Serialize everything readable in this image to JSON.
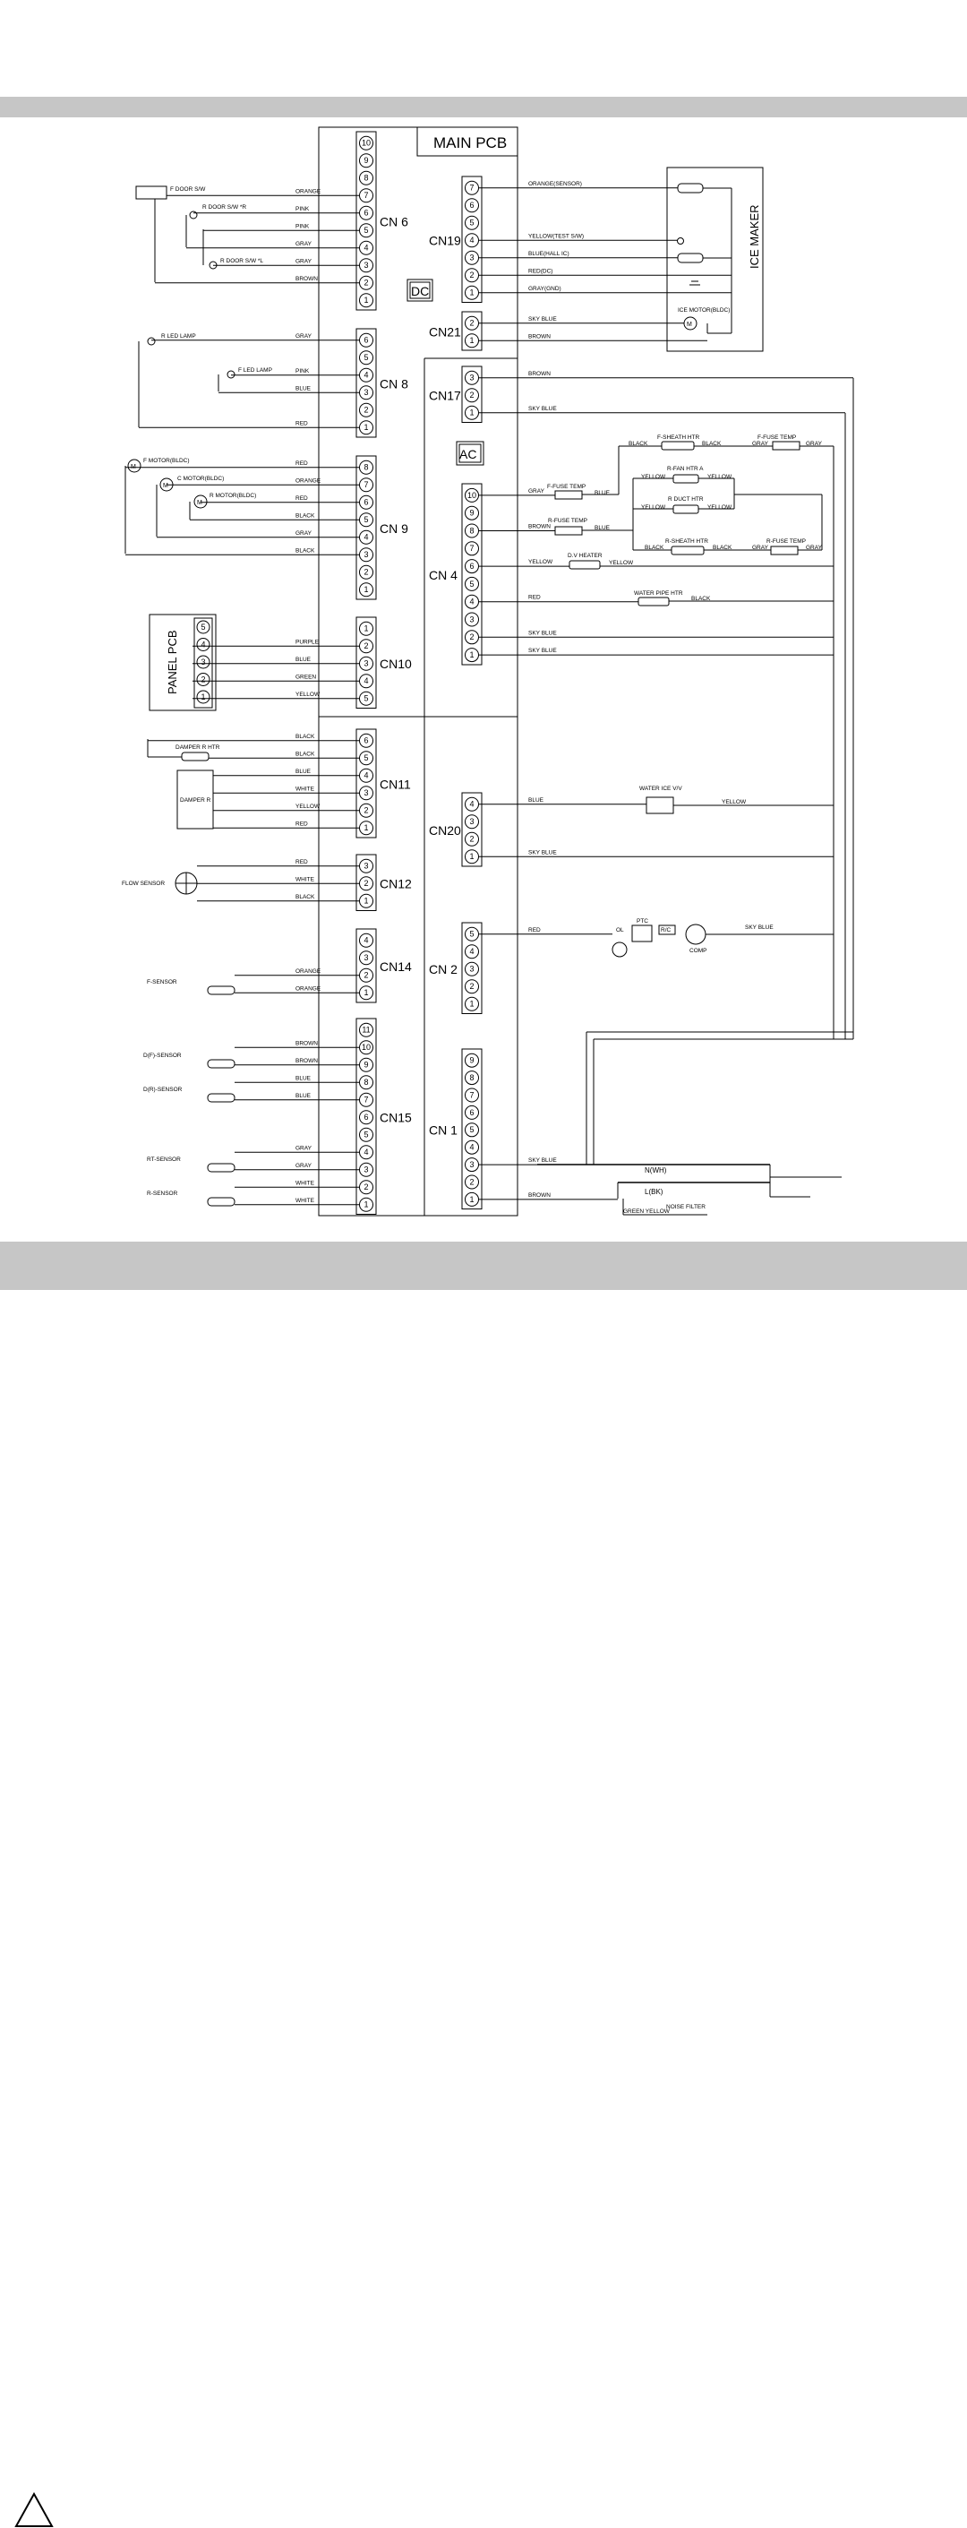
{
  "pcb": {
    "title": "MAIN PCB",
    "dc": "DC",
    "ac": "AC"
  },
  "ice_maker": {
    "title": "ICE MAKER",
    "motor": "ICE MOTOR(BLDC)"
  },
  "panel_pcb": {
    "title": "PANEL PCB",
    "pins": [
      "5",
      "4",
      "3",
      "2",
      "1"
    ]
  },
  "left_connectors": [
    {
      "name": "CN 6",
      "pins": [
        "10",
        "9",
        "8",
        "7",
        "6",
        "5",
        "4",
        "3",
        "2",
        "1"
      ],
      "wires": {
        "7": "ORANGE",
        "6": "PINK",
        "5": "PINK",
        "4": "GRAY",
        "3": "GRAY",
        "2": "BROWN"
      }
    },
    {
      "name": "CN 8",
      "pins": [
        "6",
        "5",
        "4",
        "3",
        "2",
        "1"
      ],
      "wires": {
        "6": "GRAY",
        "4": "PINK",
        "3": "BLUE",
        "1": "RED"
      }
    },
    {
      "name": "CN 9",
      "pins": [
        "8",
        "7",
        "6",
        "5",
        "4",
        "3",
        "2",
        "1"
      ],
      "wires": {
        "8": "RED",
        "7": "ORANGE",
        "6": "RED",
        "5": "BLACK",
        "4": "GRAY",
        "3": "BLACK"
      }
    },
    {
      "name": "CN10",
      "pins": [
        "1",
        "2",
        "3",
        "4",
        "5"
      ],
      "wires": {
        "2": "PURPLE",
        "3": "BLUE",
        "4": "GREEN",
        "5": "YELLOW"
      }
    },
    {
      "name": "CN11",
      "pins": [
        "6",
        "5",
        "4",
        "3",
        "2",
        "1"
      ],
      "wires": {
        "6": "BLACK",
        "5": "BLACK",
        "4": "BLUE",
        "3": "WHITE",
        "2": "YELLOW",
        "1": "RED"
      }
    },
    {
      "name": "CN12",
      "pins": [
        "3",
        "2",
        "1"
      ],
      "wires": {
        "3": "RED",
        "2": "WHITE",
        "1": "BLACK"
      }
    },
    {
      "name": "CN14",
      "pins": [
        "4",
        "3",
        "2",
        "1"
      ],
      "wires": {
        "2": "ORANGE",
        "1": "ORANGE"
      }
    },
    {
      "name": "CN15",
      "pins": [
        "11",
        "10",
        "9",
        "8",
        "7",
        "6",
        "5",
        "4",
        "3",
        "2",
        "1"
      ],
      "wires": {
        "10": "BROWN",
        "9": "BROWN",
        "8": "BLUE",
        "7": "BLUE",
        "4": "GRAY",
        "3": "GRAY",
        "2": "WHITE",
        "1": "WHITE"
      }
    }
  ],
  "right_connectors": [
    {
      "name": "CN19",
      "pins": [
        "7",
        "6",
        "5",
        "4",
        "3",
        "2",
        "1"
      ],
      "wires": {
        "7": "ORANGE(SENSOR)",
        "4": "YELLOW(TEST S/W)",
        "3": "BLUE(HALL IC)",
        "2": "RED(DC)",
        "1": "GRAY(GND)"
      }
    },
    {
      "name": "CN21",
      "pins": [
        "2",
        "1"
      ],
      "wires": {
        "2": "SKY BLUE",
        "1": "BROWN"
      }
    },
    {
      "name": "CN17",
      "pins": [
        "3",
        "2",
        "1"
      ],
      "wires": {
        "3": "BROWN",
        "1": "SKY BLUE"
      }
    },
    {
      "name": "CN 4",
      "pins": [
        "10",
        "9",
        "8",
        "7",
        "6",
        "5",
        "4",
        "3",
        "2",
        "1"
      ],
      "wires": {
        "10": "GRAY",
        "8": "BROWN",
        "6": "YELLOW",
        "4": "RED",
        "2": "SKY BLUE",
        "1": "SKY BLUE"
      }
    },
    {
      "name": "CN20",
      "pins": [
        "4",
        "3",
        "2",
        "1"
      ],
      "wires": {
        "4": "BLUE",
        "1": "SKY BLUE"
      }
    },
    {
      "name": "CN 2",
      "pins": [
        "5",
        "4",
        "3",
        "2",
        "1"
      ],
      "wires": {
        "5": "RED"
      }
    },
    {
      "name": "CN 1",
      "pins": [
        "9",
        "8",
        "7",
        "6",
        "5",
        "4",
        "3",
        "2",
        "1"
      ],
      "wires": {
        "3": "SKY BLUE",
        "1": "BROWN"
      }
    }
  ],
  "left_devices": {
    "f_door": "F DOOR S/W",
    "r_door_r": "R DOOR S/W *R",
    "r_door_l": "R DOOR S/W *L",
    "r_led": "R LED LAMP",
    "f_led": "F LED LAMP",
    "f_motor": "F MOTOR(BLDC)",
    "c_motor": "C MOTOR(BLDC)",
    "r_motor": "R MOTOR(BLDC)",
    "damper_htr": "DAMPER R HTR",
    "damper": "DAMPER R",
    "flow": "FLOW SENSOR",
    "f_sensor": "F-SENSOR",
    "d_f_sensor": "D(F)-SENSOR",
    "d_r_sensor": "D(R)-SENSOR",
    "rt_sensor": "RT-SENSOR",
    "r_sensor": "R-SENSOR"
  },
  "right_devices": {
    "f_sheath": "F-SHEATH HTR",
    "f_fuse_temp": "F-FUSE TEMP",
    "r_fan_htr": "R-FAN HTR A",
    "r_duct_htr": "R DUCT HTR",
    "f_fuse_temp2": "F-FUSE TEMP",
    "r_fuse_temp": "R-FUSE TEMP",
    "r_sheath": "R-SHEATH HTR",
    "r_fuse_temp2": "R-FUSE TEMP",
    "dv_heater": "D.V HEATER",
    "water_pipe": "WATER PIPE HTR",
    "water_valve": "WATER ICE V/V",
    "olp": "OL",
    "ptc": "PTC",
    "rc": "R/C",
    "comp": "COMP",
    "neutral": "N(WH)",
    "live": "L(BK)",
    "ground": "GREEN YELLOW",
    "noise": "NOISE FILTER"
  },
  "right_wire_labels": {
    "black1": "BLACK",
    "black2": "BLACK",
    "gray1": "GRAY",
    "gray2": "GRAY",
    "blue1": "BLUE",
    "blue2": "BLUE",
    "yellow1": "YELLOW",
    "yellow2": "YELLOW",
    "yellow3": "YELLOW",
    "yellow4": "YELLOW",
    "black3": "BLACK",
    "black4": "BLACK",
    "gray3": "GRAY",
    "gray4": "GRAY",
    "yellow5": "YELLOW",
    "black5": "BLACK",
    "yellow6": "YELLOW",
    "sky": "SKY BLUE"
  }
}
